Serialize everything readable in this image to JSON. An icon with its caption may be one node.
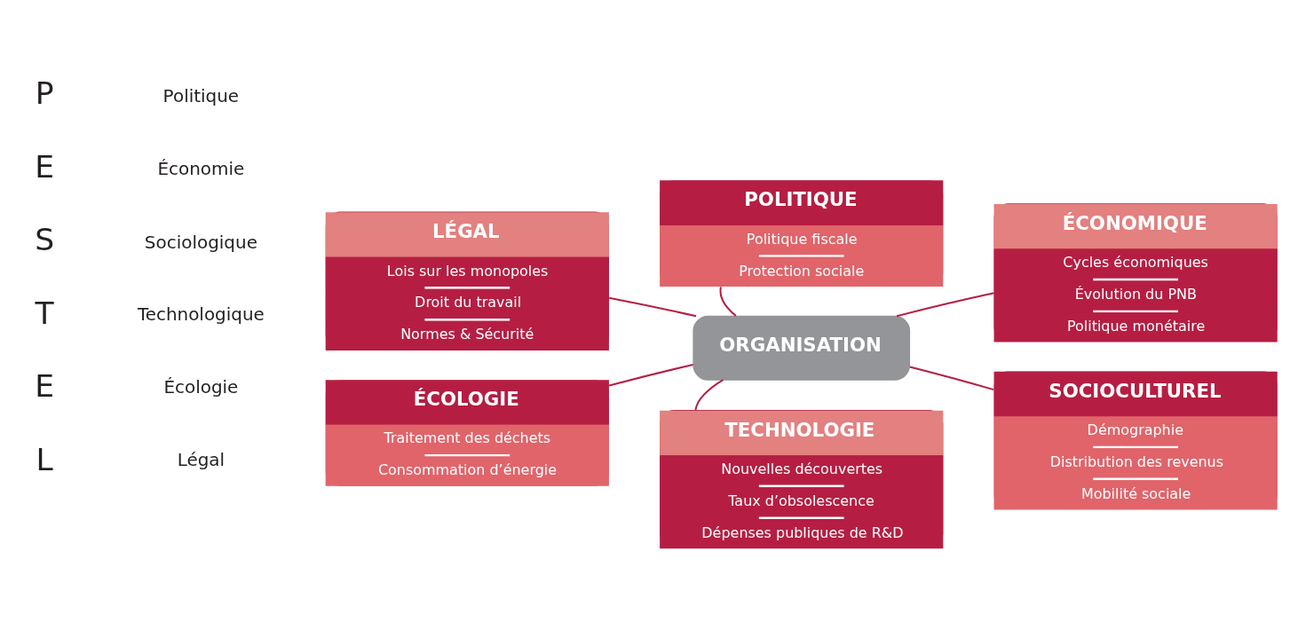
{
  "diagram": {
    "nodes": [
      {
        "text": [
          "POLITIQUE",
          "Politique fiscale",
          "Protection sociale"
        ]
      },
      {
        "text": [
          "LÉGAL",
          "Lois sur les monopoles",
          "Droit du travail",
          "Normes & Sécurité"
        ]
      },
      {
        "text": [
          "ÉCONOMIQUE",
          "Cycles économiques",
          "Évolution du PNB",
          "Politique monétaire"
        ]
      },
      {
        "text": [
          "ORGANISATION"
        ]
      },
      {
        "text": [
          "ÉCOLOGIE",
          "Traitement des déchets",
          "Consommation d’énergie"
        ]
      },
      {
        "text": [
          "SOCIOCULTUREL",
          "Démographie",
          "Distribution des revenus",
          "Mobilité sociale"
        ]
      },
      {
        "text": [
          "TECHNOLOGIE",
          "Nouvelles découvertes",
          "Taux d’obsolescence",
          "Dépenses publiques de R&D"
        ]
      }
    ],
    "edges": [
      {
        "from": 3,
        "to": 0,
        "arrow": "none"
      },
      {
        "from": 3,
        "to": 1,
        "arrow": "none"
      },
      {
        "from": 3,
        "to": 2,
        "arrow": "none"
      },
      {
        "from": 3,
        "to": 4,
        "arrow": "none"
      },
      {
        "from": 3,
        "to": 5,
        "arrow": "none"
      },
      {
        "from": 3,
        "to": 6,
        "arrow": "none"
      }
    ],
    "labels": [
      "P",
      "Politique",
      "E",
      "Économie",
      "S",
      "Sociologique",
      "T",
      "Technologique",
      "E",
      "Écologie",
      "L",
      "Légal"
    ]
  }
}
